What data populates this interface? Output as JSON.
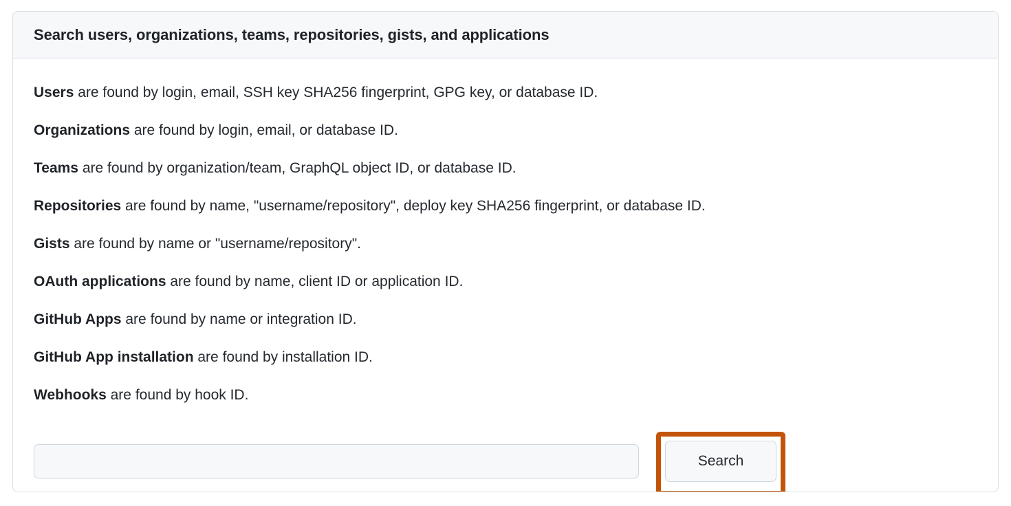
{
  "card": {
    "header_title": "Search users, organizations, teams, repositories, gists, and applications",
    "descriptions": [
      {
        "term": "Users",
        "rest": " are found by login, email, SSH key SHA256 fingerprint, GPG key, or database ID."
      },
      {
        "term": "Organizations",
        "rest": " are found by login, email, or database ID."
      },
      {
        "term": "Teams",
        "rest": " are found by organization/team, GraphQL object ID, or database ID."
      },
      {
        "term": "Repositories",
        "rest": " are found by name, \"username/repository\", deploy key SHA256 fingerprint, or database ID."
      },
      {
        "term": "Gists",
        "rest": " are found by name or \"username/repository\"."
      },
      {
        "term": "OAuth applications",
        "rest": " are found by name, client ID or application ID."
      },
      {
        "term": "GitHub Apps",
        "rest": " are found by name or integration ID."
      },
      {
        "term": "GitHub App installation",
        "rest": " are found by installation ID."
      },
      {
        "term": "Webhooks",
        "rest": " are found by hook ID."
      }
    ],
    "search": {
      "input_value": "",
      "input_placeholder": "",
      "button_label": "Search"
    }
  },
  "colors": {
    "highlight": "#c2540a",
    "header_background": "#f6f8fa",
    "border": "#d8dee4",
    "text": "#24292f",
    "control_background": "#f6f8fa"
  }
}
